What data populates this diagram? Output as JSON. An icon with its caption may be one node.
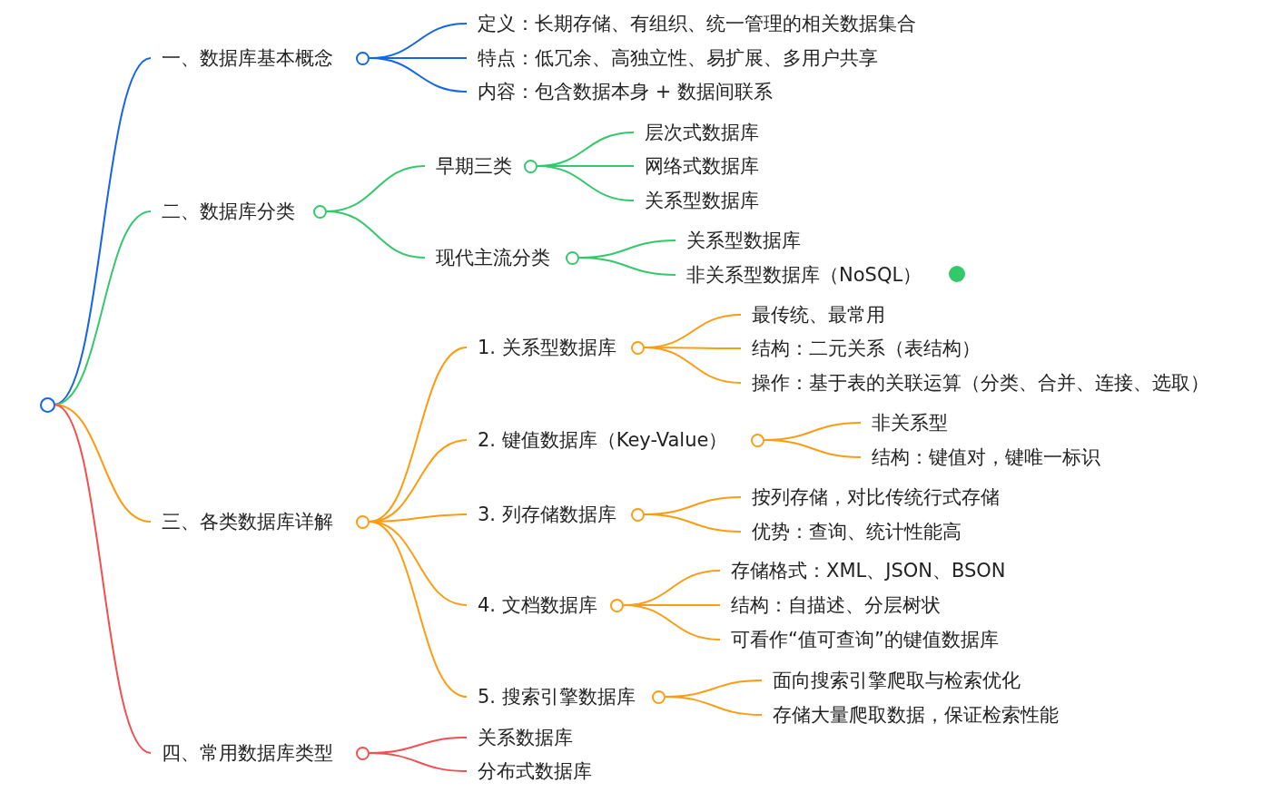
{
  "diagram": {
    "nodes": [
      {
        "text": [],
        "shape": "circle"
      },
      {
        "text": [
          "一、数据库基本概念"
        ]
      },
      {
        "text": [
          "定义：长期存储、有组织、统一管理的相关数据集合"
        ]
      },
      {
        "text": [
          "特点：低冗余、高独立性、易扩展、多用户共享"
        ]
      },
      {
        "text": [
          "内容：包含数据本身 + 数据间联系"
        ]
      },
      {
        "text": [
          "二、数据库分类"
        ]
      },
      {
        "text": [
          "早期三类"
        ]
      },
      {
        "text": [
          "层次式数据库"
        ]
      },
      {
        "text": [
          "网络式数据库"
        ]
      },
      {
        "text": [
          "关系型数据库"
        ]
      },
      {
        "text": [
          "现代主流分类"
        ]
      },
      {
        "text": [
          "关系型数据库"
        ]
      },
      {
        "text": [
          "非关系型数据库（NoSQL）"
        ]
      },
      {
        "text": [
          "三、各类数据库详解"
        ]
      },
      {
        "text": [
          "1. 关系型数据库"
        ]
      },
      {
        "text": [
          "最传统、最常用"
        ]
      },
      {
        "text": [
          "结构：二元关系（表结构）"
        ]
      },
      {
        "text": [
          "操作：基于表的关联运算（分类、合并、连接、选取）"
        ]
      },
      {
        "text": [
          "2. 键值数据库（Key-Value）"
        ]
      },
      {
        "text": [
          "非关系型"
        ]
      },
      {
        "text": [
          "结构：键值对，键唯一标识"
        ]
      },
      {
        "text": [
          "3. 列存储数据库"
        ]
      },
      {
        "text": [
          "按列存储，对比传统行式存储"
        ]
      },
      {
        "text": [
          "优势：查询、统计性能高"
        ]
      },
      {
        "text": [
          "4. 文档数据库"
        ]
      },
      {
        "text": [
          "存储格式：XML、JSON、BSON"
        ]
      },
      {
        "text": [
          "结构：自描述、分层树状"
        ]
      },
      {
        "text": [
          "可看作“值可查询”的键值数据库"
        ]
      },
      {
        "text": [
          "5. 搜索引擎数据库"
        ]
      },
      {
        "text": [
          "面向搜索引擎爬取与检索优化"
        ]
      },
      {
        "text": [
          "存储大量爬取数据，保证检索性能"
        ]
      },
      {
        "text": [
          "四、常用数据库类型"
        ]
      },
      {
        "text": [
          "关系数据库"
        ]
      },
      {
        "text": [
          "分布式数据库"
        ]
      }
    ],
    "edges": [
      {
        "from": 0,
        "to": 1,
        "arrow": "none",
        "color": "#1565e8"
      },
      {
        "from": 1,
        "to": 2,
        "arrow": "none",
        "color": "#1565e8"
      },
      {
        "from": 1,
        "to": 3,
        "arrow": "none",
        "color": "#1565e8"
      },
      {
        "from": 1,
        "to": 4,
        "arrow": "none",
        "color": "#1565e8"
      },
      {
        "from": 0,
        "to": 5,
        "arrow": "none",
        "color": "#33c96b"
      },
      {
        "from": 5,
        "to": 6,
        "arrow": "none",
        "color": "#33c96b"
      },
      {
        "from": 6,
        "to": 7,
        "arrow": "none",
        "color": "#33c96b"
      },
      {
        "from": 6,
        "to": 8,
        "arrow": "none",
        "color": "#33c96b"
      },
      {
        "from": 6,
        "to": 9,
        "arrow": "none",
        "color": "#33c96b"
      },
      {
        "from": 5,
        "to": 10,
        "arrow": "none",
        "color": "#33c96b"
      },
      {
        "from": 10,
        "to": 11,
        "arrow": "none",
        "color": "#33c96b"
      },
      {
        "from": 10,
        "to": 12,
        "arrow": "none",
        "color": "#33c96b"
      },
      {
        "from": 0,
        "to": 13,
        "arrow": "none"
      },
      {
        "from": 13,
        "to": 14,
        "arrow": "none"
      },
      {
        "from": 14,
        "to": 15,
        "arrow": "none"
      },
      {
        "from": 14,
        "to": 16,
        "arrow": "none"
      },
      {
        "from": 14,
        "to": 17,
        "arrow": "none"
      },
      {
        "from": 13,
        "to": 18,
        "arrow": "none"
      },
      {
        "from": 18,
        "to": 19,
        "arrow": "none"
      },
      {
        "from": 18,
        "to": 20,
        "arrow": "none"
      },
      {
        "from": 13,
        "to": 21,
        "arrow": "none"
      },
      {
        "from": 21,
        "to": 22,
        "arrow": "none"
      },
      {
        "from": 21,
        "to": 23,
        "arrow": "none"
      },
      {
        "from": 13,
        "to": 24,
        "arrow": "none"
      },
      {
        "from": 24,
        "to": 25,
        "arrow": "none"
      },
      {
        "from": 24,
        "to": 26,
        "arrow": "none"
      },
      {
        "from": 24,
        "to": 27,
        "arrow": "none"
      },
      {
        "from": 13,
        "to": 28,
        "arrow": "none"
      },
      {
        "from": 28,
        "to": 29,
        "arrow": "none"
      },
      {
        "from": 28,
        "to": 30,
        "arrow": "none"
      },
      {
        "from": 0,
        "to": 31,
        "arrow": "none",
        "color": "#f05050"
      },
      {
        "from": 31,
        "to": 32,
        "arrow": "none",
        "color": "#f05050"
      },
      {
        "from": 31,
        "to": 33,
        "arrow": "none",
        "color": "#f05050"
      }
    ]
  }
}
